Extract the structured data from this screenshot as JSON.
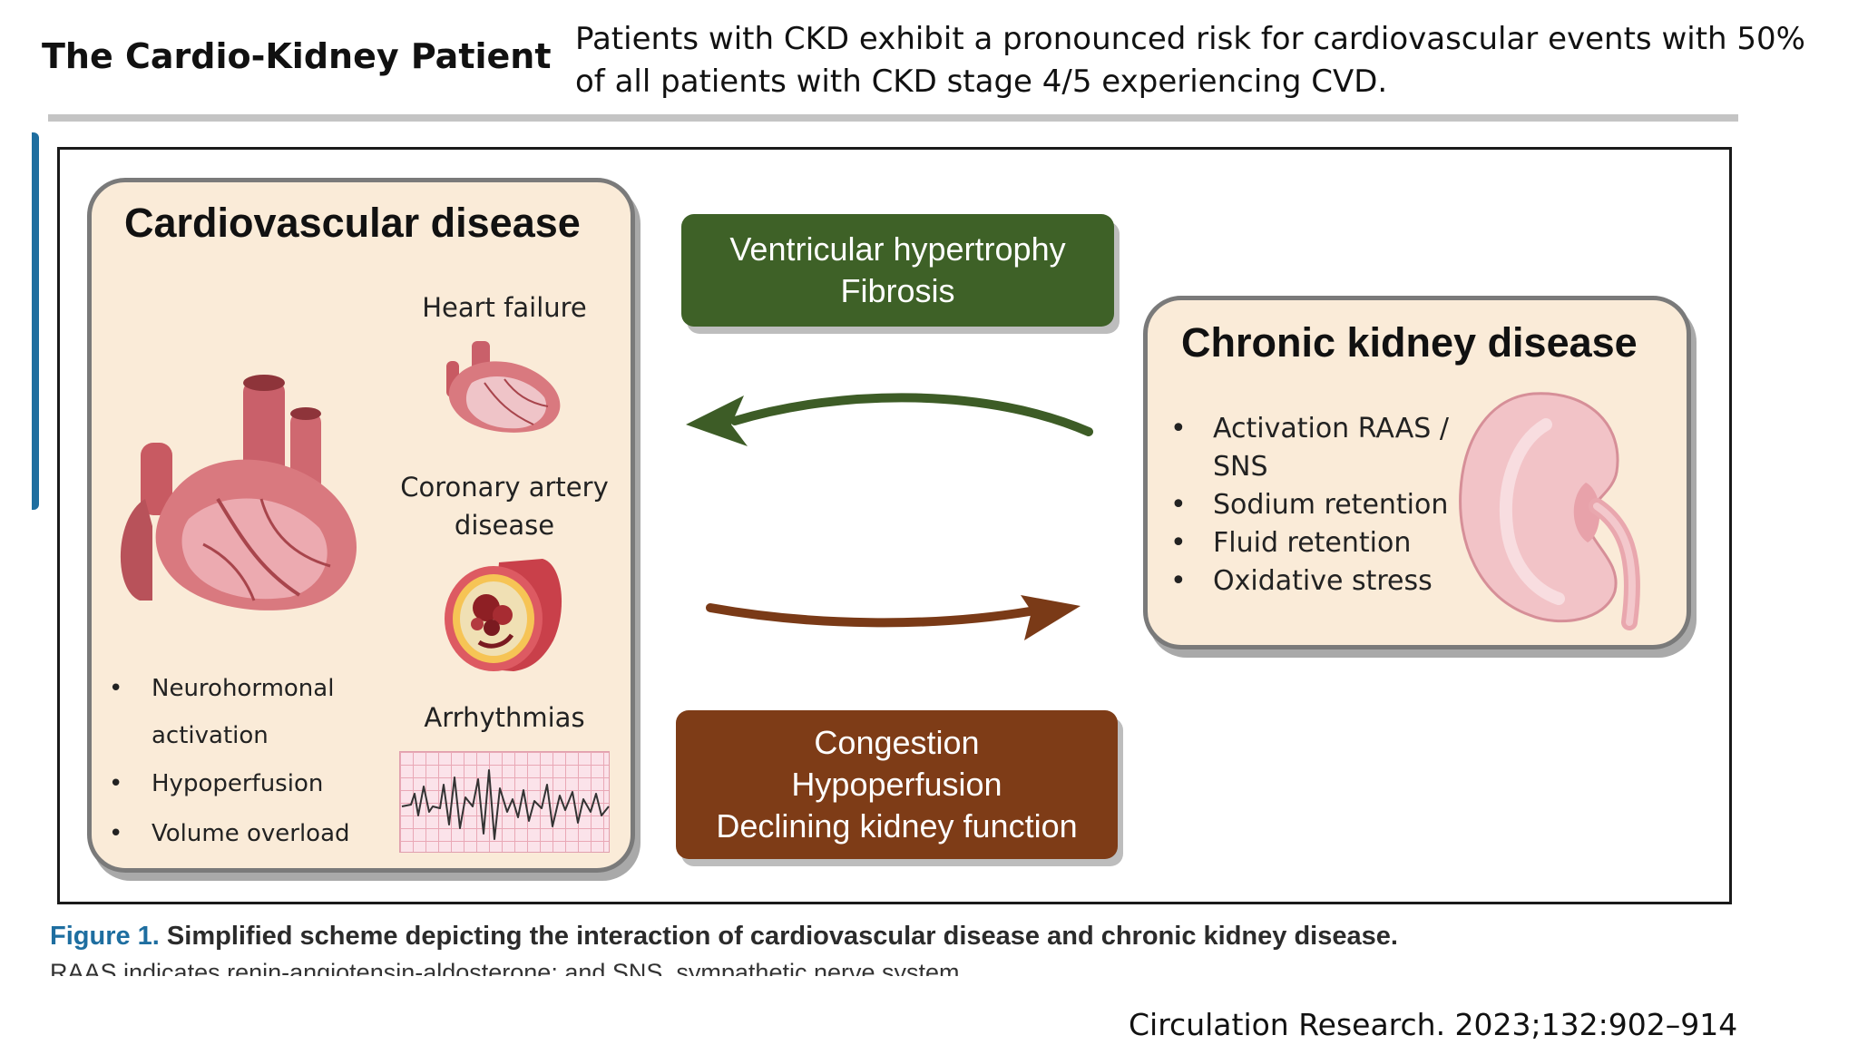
{
  "slide": {
    "title": "The Cardio-Kidney Patient",
    "subtitle": "Patients with CKD exhibit a pronounced risk for cardiovascular events with 50% of all patients with CKD stage 4/5 experiencing CVD."
  },
  "cvd_panel": {
    "title": "Cardiovascular disease",
    "conditions": {
      "heart_failure": "Heart failure",
      "coronary_artery_disease": "Coronary artery disease",
      "arrhythmias": "Arrhythmias"
    },
    "bullets": [
      "Neurohormonal activation",
      "Hypoperfusion",
      "Volume overload"
    ]
  },
  "ckd_panel": {
    "title": "Chronic kidney disease",
    "bullets": [
      "Activation RAAS / SNS",
      "Sodium retention",
      "Fluid retention",
      "Oxidative stress"
    ]
  },
  "kidney_to_heart_effects": [
    "Ventricular hypertrophy",
    "Fibrosis"
  ],
  "heart_to_kidney_effects": [
    "Congestion",
    "Hypoperfusion",
    "Declining kidney function"
  ],
  "colors": {
    "panel_fill": "#faebd8",
    "green_box": "#3e6127",
    "brown_box": "#7e3c17",
    "green_arrow": "#3d5c26",
    "brown_arrow": "#7a3a17",
    "figure_number": "#1e6ea0",
    "heart": "#d9797f",
    "kidney": "#f2c3c7"
  },
  "icons": [
    "heart-illustration-icon",
    "small-heart-icon",
    "artery-cross-section-icon",
    "ecg-strip-icon",
    "kidney-illustration-icon",
    "left-arrow-icon",
    "right-arrow-icon"
  ],
  "caption": {
    "figure_number": "Figure 1.",
    "title": "Simplified scheme depicting the interaction of cardiovascular disease and chronic kidney disease.",
    "note": "RAAS indicates renin-angiotensin-aldosterone; and SNS, sympathetic nerve system."
  },
  "citation": "Circulation Research. 2023;132:902–914"
}
